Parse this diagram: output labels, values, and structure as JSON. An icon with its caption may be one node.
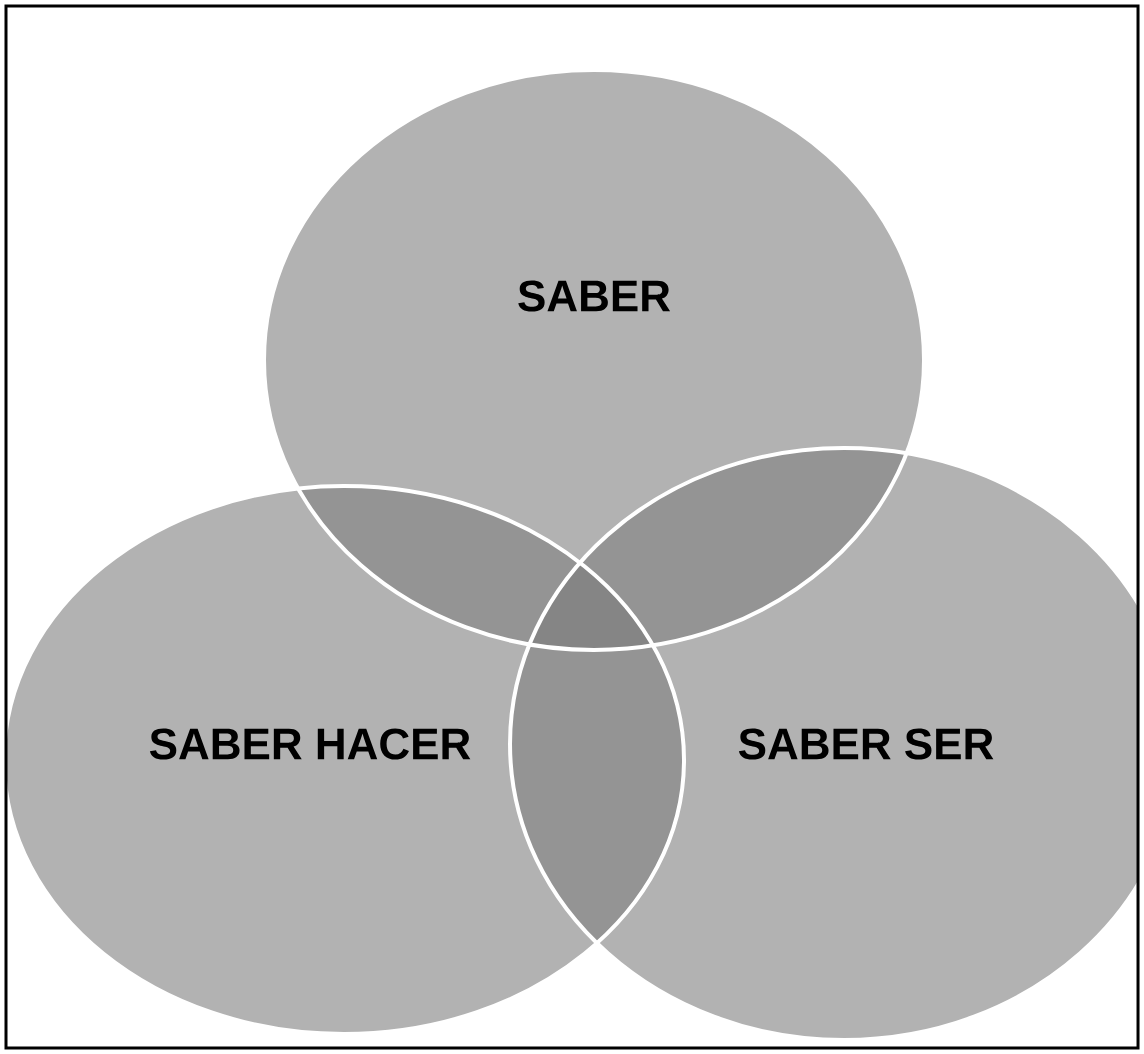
{
  "diagram": {
    "nodes": [
      {
        "text": [
          "SABER"
        ]
      },
      {
        "text": [
          "SABER HACER"
        ]
      },
      {
        "text": [
          "SABER SER"
        ]
      }
    ]
  }
}
